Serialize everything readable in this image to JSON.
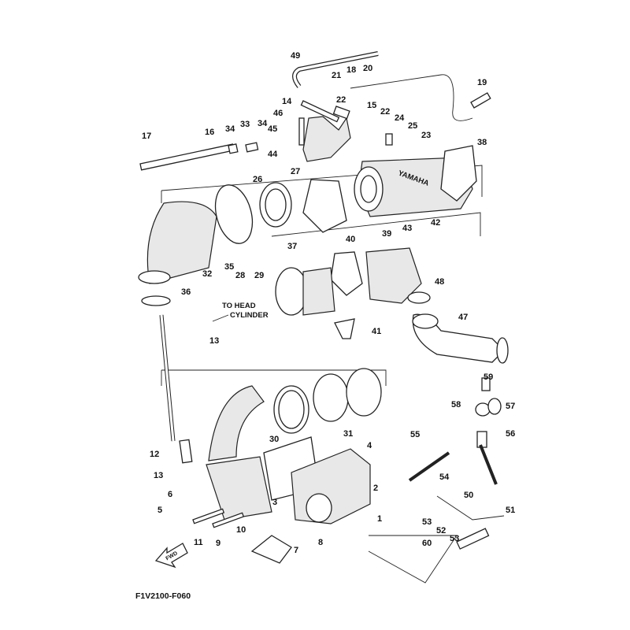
{
  "diagram": {
    "code": "F1V2100-F060",
    "note_line1": "TO HEAD",
    "note_line2": "CYLINDER",
    "fwd": "FWD",
    "brand_mark": "YAMAHA",
    "labels": [
      "49",
      "21",
      "18",
      "20",
      "19",
      "14",
      "22",
      "46",
      "15",
      "22",
      "24",
      "25",
      "45",
      "34",
      "33",
      "34",
      "16",
      "17",
      "23",
      "38",
      "44",
      "27",
      "26",
      "32",
      "35",
      "28",
      "29",
      "37",
      "40",
      "39",
      "43",
      "42",
      "48",
      "36",
      "13",
      "41",
      "47",
      "59",
      "58",
      "57",
      "56",
      "30",
      "31",
      "55",
      "4",
      "12",
      "13",
      "54",
      "6",
      "3",
      "2",
      "5",
      "50",
      "51",
      "1",
      "53",
      "52",
      "53",
      "10",
      "11",
      "9",
      "8",
      "7",
      "60"
    ]
  }
}
